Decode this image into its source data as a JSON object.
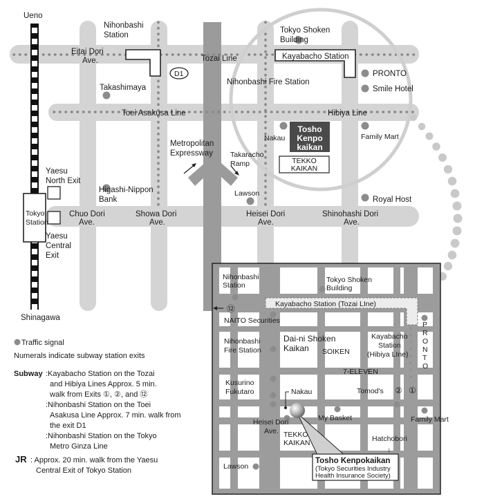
{
  "big_map": {
    "ueno": "Ueno",
    "shinagawa": "Shinagawa",
    "tokyo_station": [
      "Tokyo",
      "Station"
    ],
    "yaesu_north": [
      "Yaesu",
      "North Exit"
    ],
    "yaesu_central": [
      "Yaesu",
      "Central",
      "Exit"
    ],
    "nihonbashi_station": [
      "Nihonbashi",
      "Station"
    ],
    "eitai_dori": [
      "Eitai Dori",
      "Ave."
    ],
    "tozai_line": "Tozai Line",
    "kayabacho_station": "Kayabacho Station",
    "d1": "D1",
    "tokyo_shoken": [
      "Tokyo Shoken",
      "Building"
    ],
    "pronto": "PRONTO",
    "smile_hotel": "Smile Hotel",
    "takashimaya": "Takashimaya",
    "nihonbashi_fire": "Nihonbashi Fire Station",
    "toei_asakusa": "Toei Asakusa Line",
    "hibiya_line": "Hibiya Line",
    "nakau": "Nakau",
    "tosho": [
      "Tosho",
      "Kenpo",
      "kaikan"
    ],
    "tekko": [
      "TEKKO",
      "KAIKAN"
    ],
    "family_mart": "Family Mart",
    "metro_expressway": [
      "Metropolitan",
      "Expressway"
    ],
    "takaracho": [
      "Takaracho",
      "Ramp"
    ],
    "higashi_nippon": [
      "Higashi-Nippon",
      "Bank"
    ],
    "lawson": "Lawson",
    "royal_host": "Royal Host",
    "chuo_dori": [
      "Chuo Dori",
      "Ave."
    ],
    "showa_dori": [
      "Showa Dori",
      "Ave."
    ],
    "heisei_dori": [
      "Heisei Dori",
      "Ave."
    ],
    "shinohashi_dori": [
      "Shinohashi Dori",
      "Ave."
    ]
  },
  "detail_map": {
    "nihonbashi_station": [
      "Nihonbashi",
      "Station"
    ],
    "tokyo_shoken": [
      "Tokyo Shoken",
      "Building"
    ],
    "kayabacho_tozai": "Kayabacho Station (Tozai LIne)",
    "exit12": "⑫",
    "naito": "NAITO Securities",
    "nihonbashi_fire": [
      "Nihonbashi",
      "Fire Station"
    ],
    "daini_shoken": [
      "Dai-ni Shoken",
      "Kaikan"
    ],
    "soiken": "SOIKEN",
    "kayabacho_hibiya": [
      "Kayabacho",
      "Station",
      "(Hibiya LIne)"
    ],
    "pronto": [
      "P",
      "R",
      "O",
      "N",
      "T",
      "O"
    ],
    "seven_eleven": "7-ELEVEN",
    "kusurino": [
      "Kusurino",
      "Fukutaro"
    ],
    "nakau": "Nakau",
    "tomods": "Tomod's",
    "exit2": "②",
    "exit1": "①",
    "my_basket": "My Basket",
    "family_mart": "Family Mart",
    "heisei_dori": [
      "Heisei Dori",
      "Ave."
    ],
    "tekko": [
      "TEKKO",
      "KAIKAN"
    ],
    "hatchobori": "Hatchobori",
    "arrow_down": "↓",
    "lawson": "Lawson",
    "callout_title": "Tosho Kenpokaikan",
    "callout_sub": [
      "(Tokyo Securities Industry",
      "Health Insurance Society)"
    ]
  },
  "legend": {
    "traffic_signal": "Traffic signal",
    "numerals": "Numerals indicate subway station exits",
    "subway_label": "Subway",
    "subway_lines": [
      ":Kayabacho Station on the Tozai",
      "and Hibiya Lines Approx. 5 min.",
      "walk from Exits ①, ②, and ⑫",
      ":Nihonbashi Station on the Toei",
      "Asakusa Line Approx. 7 min. walk from",
      "the exit D1",
      ":Nihonbashi Station on the Tokyo",
      "Metro Ginza Line"
    ],
    "jr_label": "JR",
    "jr_lines": [
      ": Approx. 20 min. walk from the Yaesu",
      "Central Exit of Tokyo Station"
    ]
  }
}
